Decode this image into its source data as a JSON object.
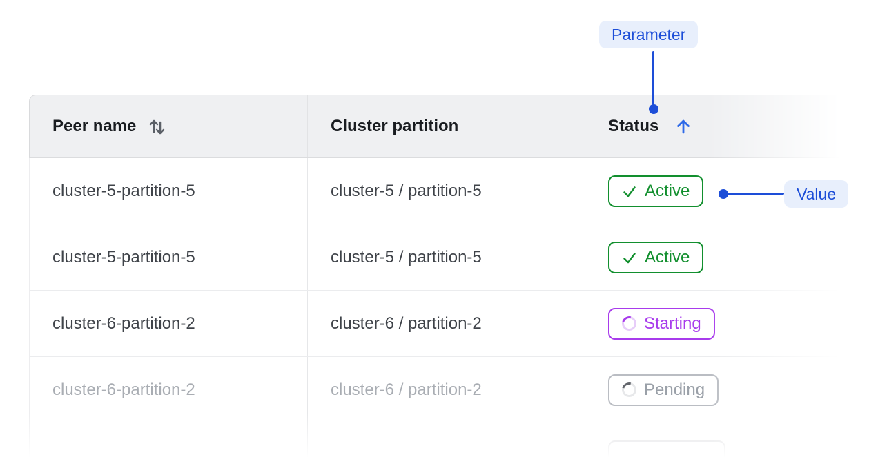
{
  "colors": {
    "accent": "#1d4ed8",
    "pill-bg": "#e8effc",
    "green": "#128f2e",
    "purple": "#a83bec",
    "header-bg": "#eff0f2"
  },
  "annotations": {
    "parameter_label": "Parameter",
    "value_label": "Value"
  },
  "table": {
    "header": {
      "peer_name": "Peer name",
      "cluster_partition": "Cluster partition",
      "status": "Status",
      "status_sort": "ascending"
    },
    "rows": [
      {
        "peer_name": "cluster-5-partition-5",
        "cluster_partition": "cluster-5 / partition-5",
        "status": "Active"
      },
      {
        "peer_name": "cluster-5-partition-5",
        "cluster_partition": "cluster-5 / partition-5",
        "status": "Active"
      },
      {
        "peer_name": "cluster-6-partition-2",
        "cluster_partition": "cluster-6 / partition-2",
        "status": "Starting"
      },
      {
        "peer_name": "cluster-6-partition-2",
        "cluster_partition": "cluster-6 / partition-2",
        "status": "Pending"
      },
      {
        "peer_name": "",
        "cluster_partition": "",
        "status": ""
      }
    ]
  }
}
